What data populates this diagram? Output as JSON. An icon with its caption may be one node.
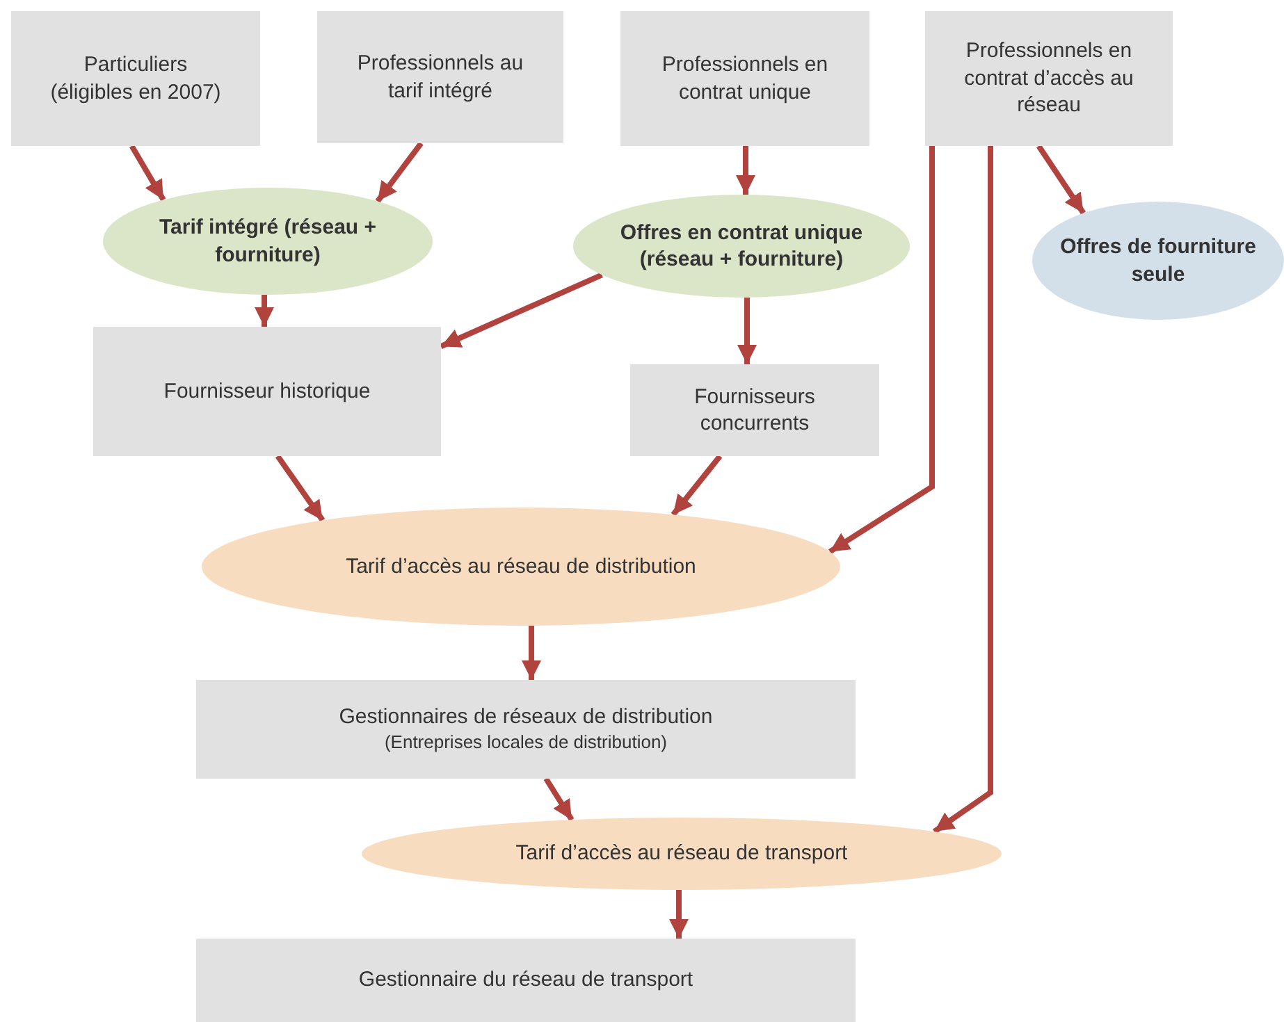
{
  "diagram": {
    "nodes": [
      {
        "text": [
          "Particuliers (éligibles en 2007)"
        ]
      },
      {
        "text": [
          "Professionnels au tarif intégré"
        ]
      },
      {
        "text": [
          "Professionnels en contrat unique"
        ]
      },
      {
        "text": [
          "Professionnels en contrat d’accès au réseau"
        ]
      },
      {
        "text": [
          "Tarif intégré (réseau + fourniture)"
        ]
      },
      {
        "text": [
          "Offres en contrat unique (réseau + fourniture)"
        ]
      },
      {
        "text": [
          "Offres de fourniture seule"
        ]
      },
      {
        "text": [
          "Fournisseur historique"
        ]
      },
      {
        "text": [
          "Fournisseurs concurrents"
        ]
      },
      {
        "text": [
          "Tarif d’accès au réseau de distribution"
        ]
      },
      {
        "text": [
          "Gestionnaires de réseaux de distribution",
          "(Entreprises locales de distribution)"
        ]
      },
      {
        "text": [
          "Tarif d’accès au réseau de transport"
        ]
      },
      {
        "text": [
          "Gestionnaire du réseau de transport"
        ]
      }
    ],
    "edges": [
      {
        "from": 0,
        "to": 4,
        "arrow": "to"
      },
      {
        "from": 1,
        "to": 4,
        "arrow": "to"
      },
      {
        "from": 2,
        "to": 5,
        "arrow": "to"
      },
      {
        "from": 3,
        "to": 6,
        "arrow": "to"
      },
      {
        "from": 4,
        "to": 7,
        "arrow": "to"
      },
      {
        "from": 5,
        "to": 7,
        "arrow": "to"
      },
      {
        "from": 5,
        "to": 8,
        "arrow": "to"
      },
      {
        "from": 7,
        "to": 9,
        "arrow": "to"
      },
      {
        "from": 8,
        "to": 9,
        "arrow": "to"
      },
      {
        "from": 3,
        "to": 9,
        "arrow": "to"
      },
      {
        "from": 9,
        "to": 10,
        "arrow": "to"
      },
      {
        "from": 10,
        "to": 11,
        "arrow": "to"
      },
      {
        "from": 3,
        "to": 11,
        "arrow": "to"
      },
      {
        "from": 11,
        "to": 12,
        "arrow": "to"
      }
    ]
  }
}
